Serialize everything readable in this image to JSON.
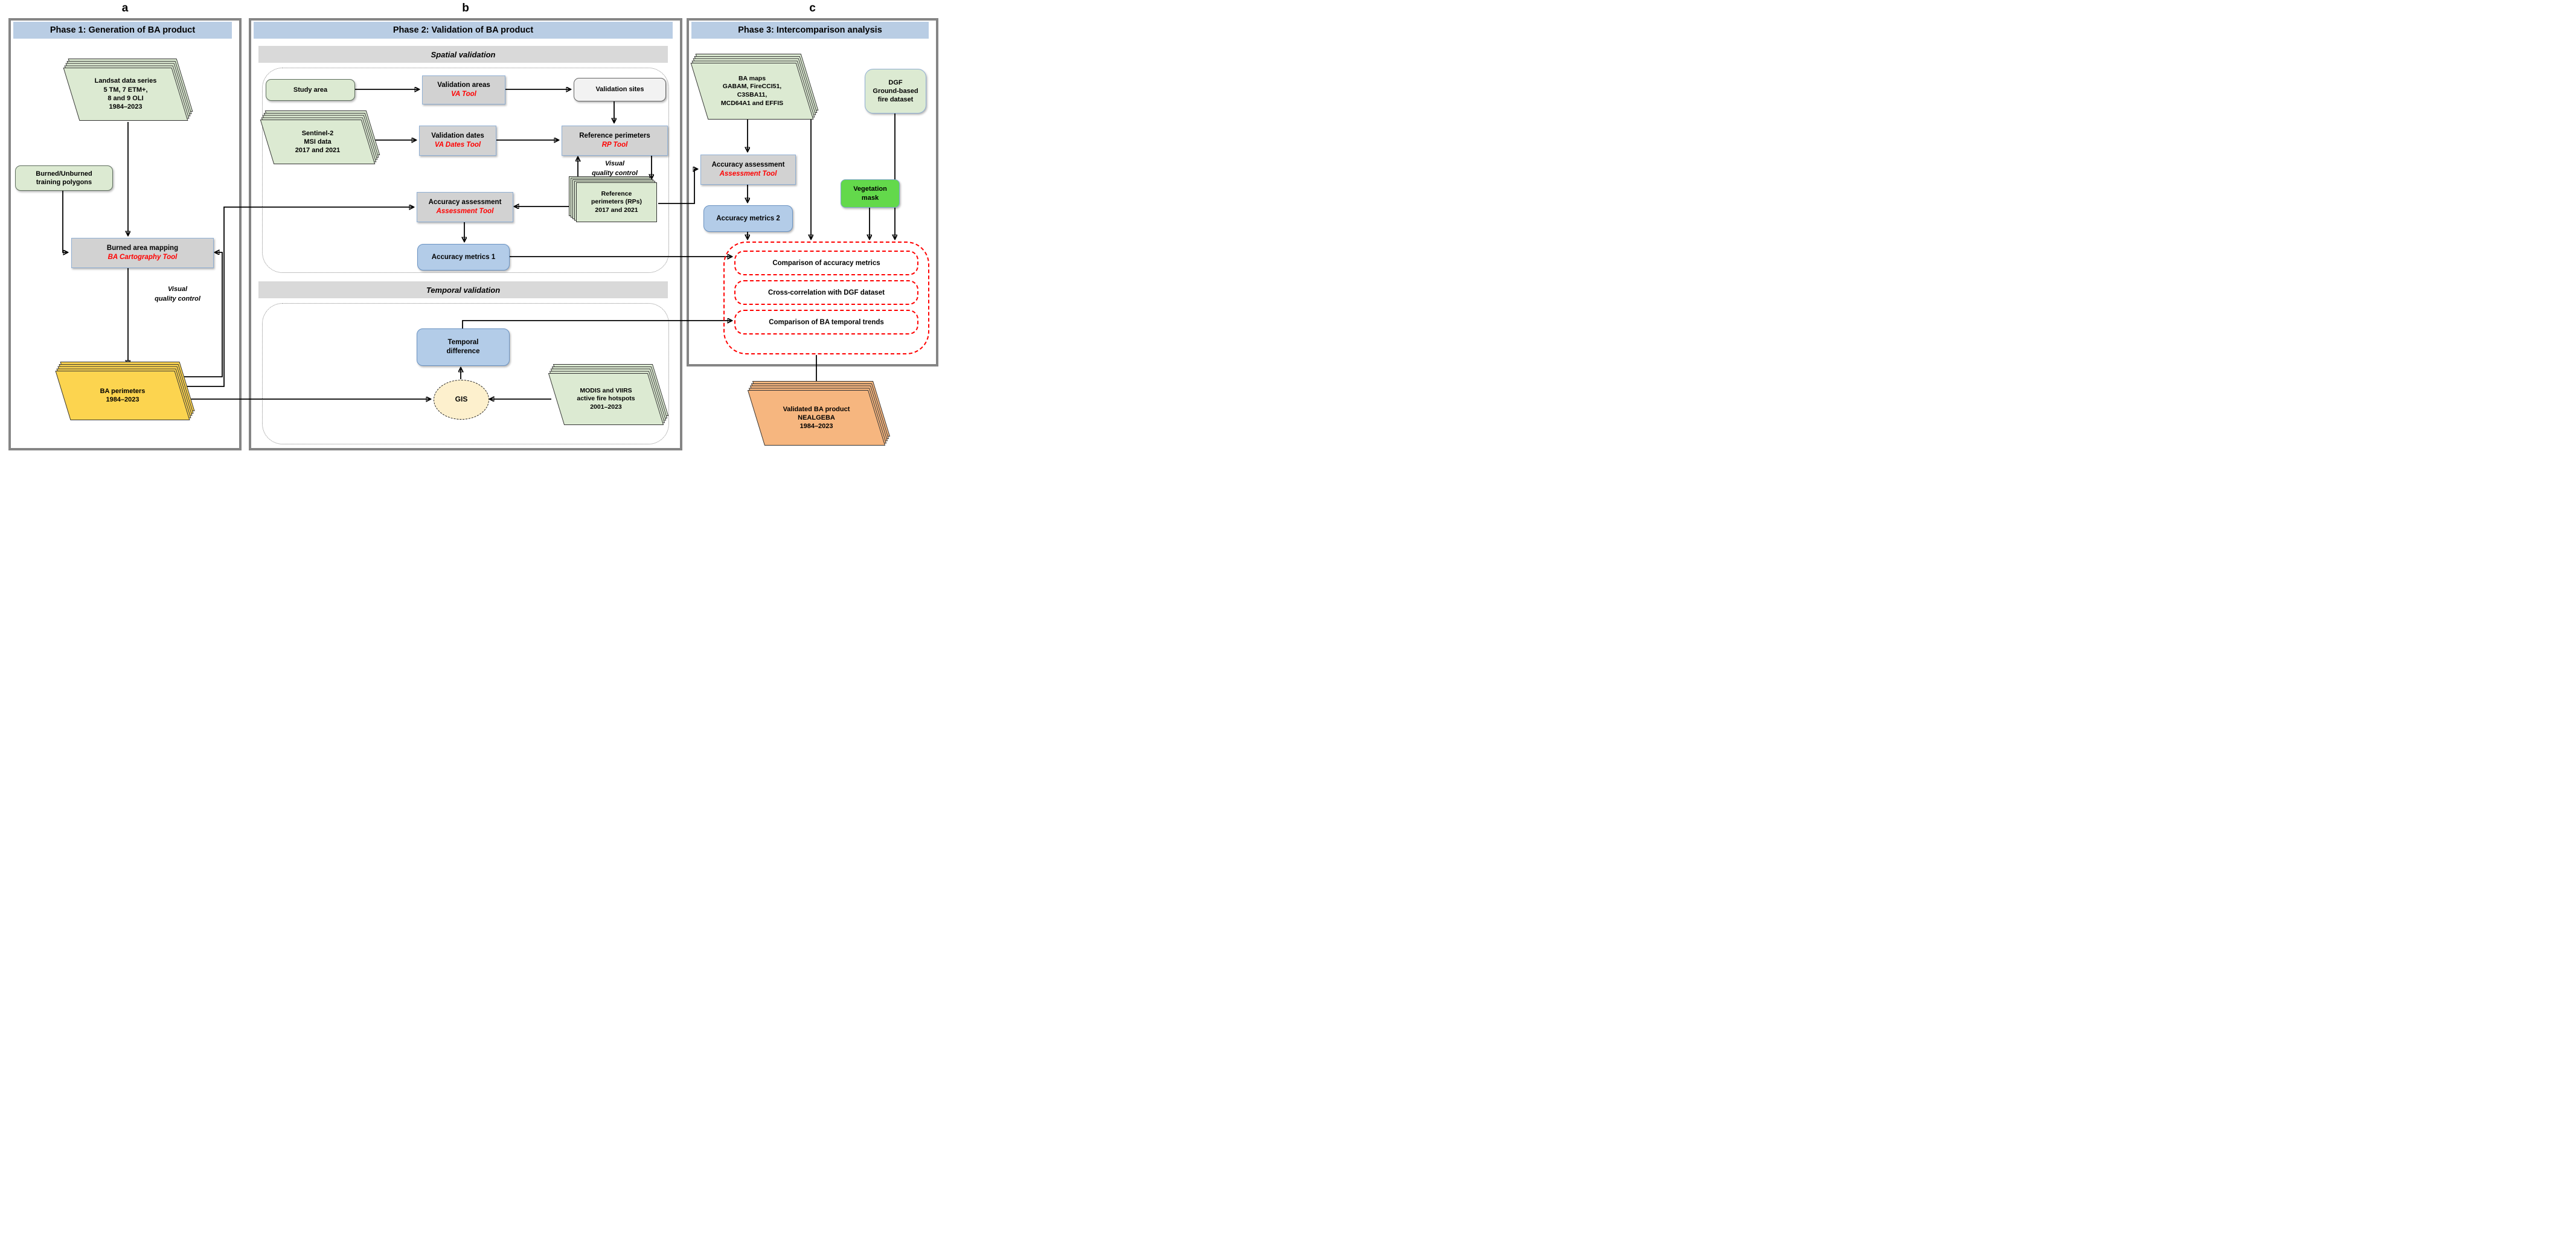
{
  "labels": {
    "a": "a",
    "b": "b",
    "c": "c"
  },
  "phase1": {
    "title": "Phase 1: Generation of BA product",
    "landsat": [
      "Landsat data series",
      "5 TM, 7 ETM+,",
      "8 and 9 OLI",
      "1984–2023"
    ],
    "training": [
      "Burned/Unburned",
      "training polygons"
    ],
    "mapping": {
      "title": "Burned area mapping",
      "tool": "BA Cartography Tool"
    },
    "vqc": [
      "Visual",
      "quality control"
    ],
    "ba_perimeters": [
      "BA perimeters",
      "1984–2023"
    ]
  },
  "phase2": {
    "title": "Phase 2: Validation of BA product",
    "spatial_header": "Spatial validation",
    "study_area": "Study area",
    "validation_areas": {
      "title": "Validation areas",
      "tool": "VA Tool"
    },
    "validation_sites": "Validation sites",
    "sentinel": [
      "Sentinel-2",
      "MSI data",
      "2017 and 2021"
    ],
    "validation_dates": {
      "title": "Validation dates",
      "tool": "VA Dates Tool"
    },
    "reference_perimeters": {
      "title": "Reference perimeters",
      "tool": "RP Tool"
    },
    "vqc": [
      "Visual",
      "quality control"
    ],
    "rps": [
      "Reference",
      "perimeters (RPs)",
      "2017 and 2021"
    ],
    "assessment": {
      "title": "Accuracy assessment",
      "tool": "Assessment Tool"
    },
    "metrics1": "Accuracy metrics 1",
    "temporal_header": "Temporal validation",
    "temporal_difference": [
      "Temporal",
      "difference"
    ],
    "gis": "GIS",
    "modis": [
      "MODIS and VIIRS",
      "active fire hotspots",
      "2001–2023"
    ]
  },
  "phase3": {
    "title": "Phase 3: Intercomparison analysis",
    "ba_maps": [
      "BA maps",
      "GABAM, FireCCI51,",
      "C3SBA11,",
      "MCD64A1 and EFFIS"
    ],
    "dgf": [
      "DGF",
      "Ground-based",
      "fire dataset"
    ],
    "assessment": {
      "title": "Accuracy assessment",
      "tool": "Assessment Tool"
    },
    "metrics2": "Accuracy metrics 2",
    "vegetation": [
      "Vegetation",
      "mask"
    ],
    "comparisons": [
      "Comparison of accuracy metrics",
      "Cross-correlation with DGF dataset",
      "Comparison of BA temporal trends"
    ],
    "validated": [
      "Validated BA product",
      "NEALGEBA",
      "1984–2023"
    ]
  },
  "colors": {
    "header_blue": "#b9cde4",
    "band_gray": "#d9d9d9",
    "tool_gray": "#d2d2d2",
    "tool_border_blue": "#8fafd4",
    "data_green": "#dcead2",
    "sites_gray": "#f2f2f2",
    "metric_blue": "#b3cce8",
    "vegetation_green": "#63d94b",
    "gis_cream": "#fdf0cd",
    "perimeter_yellow": "#fcd44f",
    "product_orange": "#f6b67f",
    "emphasis_red": "#ff0000",
    "panel_border_gray": "#858585"
  }
}
